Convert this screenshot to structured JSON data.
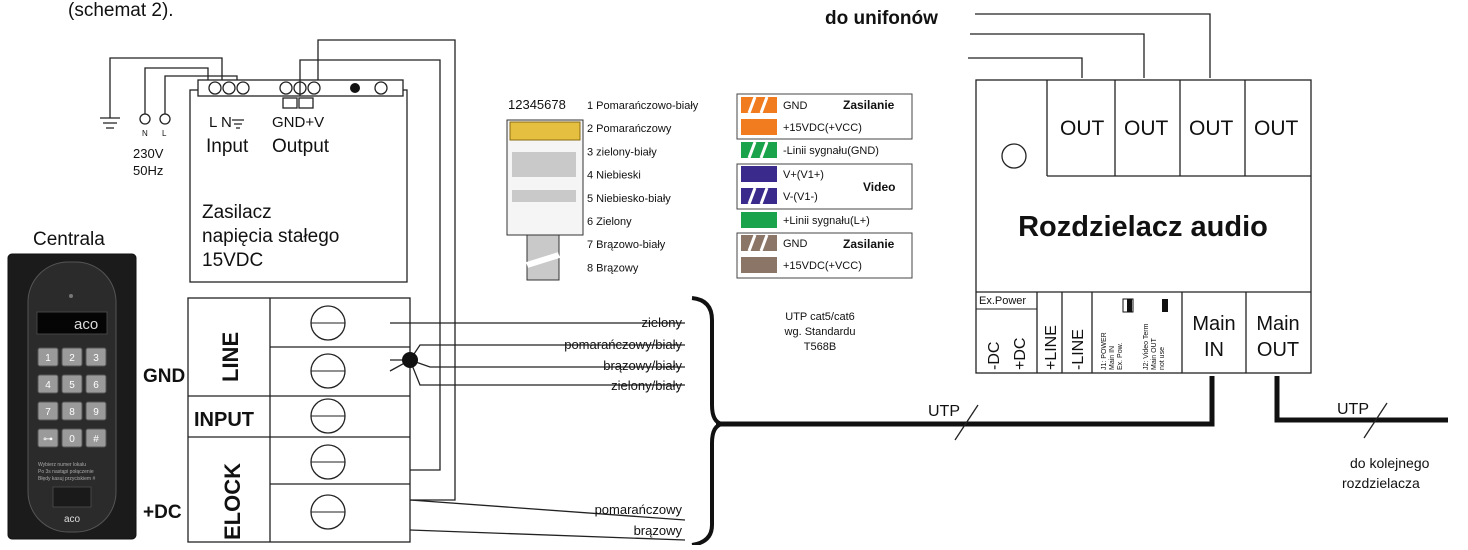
{
  "header": {
    "caption": "(schemat 2).",
    "unifon_label": "do unifonów"
  },
  "mains": {
    "n_label": "N",
    "l_label": "L",
    "voltage": "230V",
    "frequency": "50Hz"
  },
  "psu": {
    "terminals_in": "L N",
    "input_label": "Input",
    "terminals_out": "GND+V",
    "output_label": "Output",
    "title_line1": "Zasilacz",
    "title_line2": "napięcia stałego",
    "title_line3": "15VDC"
  },
  "panel": {
    "title": "Centrala",
    "brand": "aco",
    "display_brand": "aco",
    "keys": [
      "1",
      "2",
      "3",
      "4",
      "5",
      "6",
      "7",
      "8",
      "9",
      "⊶",
      "0",
      "#"
    ],
    "small_text_1": "Wybierz numer lokalu",
    "small_text_2": "Po 3s nastąpi połączenie",
    "small_text_3": "Błędy kasuj przyciskiem #"
  },
  "terminal_block": {
    "gnd_label": "GND",
    "dc_label": "+DC",
    "line_label": "LINE",
    "input_label": "INPUT",
    "elock_label": "ELOCK"
  },
  "wires": {
    "labels": [
      "zielony",
      "pomarańczowy/biały",
      "brązowy/biały",
      "zielony/biały"
    ],
    "elock_labels": [
      "pomarańczowy",
      "brązowy"
    ]
  },
  "connector": {
    "pins": "12345678",
    "pin_list": [
      "1 Pomarańczowo-biały",
      "2 Pomarańczowy",
      "3 zielony-biały",
      "4 Niebieski",
      "5 Niebiesko-biały",
      "6 Zielony",
      "7 Brązowo-biały",
      "8 Brązowy"
    ],
    "standard_line1": "UTP cat5/cat6",
    "standard_line2": "wg. Standardu",
    "standard_line3": "T568B"
  },
  "legend": {
    "rows": [
      {
        "label": "GND",
        "color": "#f07c1f",
        "striped": true
      },
      {
        "label": "+15VDC(+VCC)",
        "color": "#f07c1f",
        "striped": false
      },
      {
        "label": "-Linii sygnału(GND)",
        "color": "#1aa34a",
        "striped": true
      },
      {
        "label": "V+(V1+)",
        "color": "#3a2a8c",
        "striped": false
      },
      {
        "label": "V-(V1-)",
        "color": "#3a2a8c",
        "striped": true
      },
      {
        "label": "+Linii sygnału(L+)",
        "color": "#1aa34a",
        "striped": false
      },
      {
        "label": "GND",
        "color": "#8a7566",
        "striped": true
      },
      {
        "label": "+15VDC(+VCC)",
        "color": "#8a7566",
        "striped": false
      }
    ],
    "group_zasilanie_1": "Zasilanie",
    "group_video": "Video",
    "group_zasilanie_2": "Zasilanie"
  },
  "splitter": {
    "title": "Rozdzielacz audio",
    "out_label": "OUT",
    "ex_power": "Ex.Power",
    "dc_minus": "-DC",
    "dc_plus": "+DC",
    "line_plus": "+LINE",
    "line_minus": "-LINE",
    "j1_1": "J1: POWER",
    "j1_2": "Main IN",
    "j1_3": "Ex. Pow.",
    "j2_1": "J2: Video Term",
    "j2_2": "Main OUT",
    "j2_3": "not use",
    "main_in_1": "Main",
    "main_in_2": "IN",
    "main_out_1": "Main",
    "main_out_2": "OUT"
  },
  "utp": {
    "label_left": "UTP",
    "label_right": "UTP",
    "next_line1": "do kolejnego",
    "next_line2": "rozdzielacza"
  }
}
